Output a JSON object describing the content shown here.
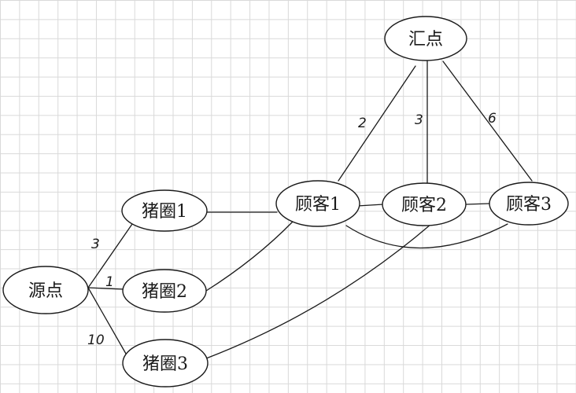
{
  "diagram": {
    "nodes": {
      "sink": "汇点",
      "source": "源点",
      "pen1": "猪圈1",
      "pen2": "猪圈2",
      "pen3": "猪圈3",
      "customer1": "顾客1",
      "customer2": "顾客2",
      "customer3": "顾客3"
    },
    "edge_labels": {
      "source_pen1": "3",
      "source_pen2": "1",
      "source_pen3": "10",
      "customer1_sink": "2",
      "customer2_sink": "3",
      "customer3_sink": "6"
    },
    "colors": {
      "stroke": "#1a1a1a",
      "grid": "#d9d9d9",
      "background": "#ffffff"
    }
  }
}
